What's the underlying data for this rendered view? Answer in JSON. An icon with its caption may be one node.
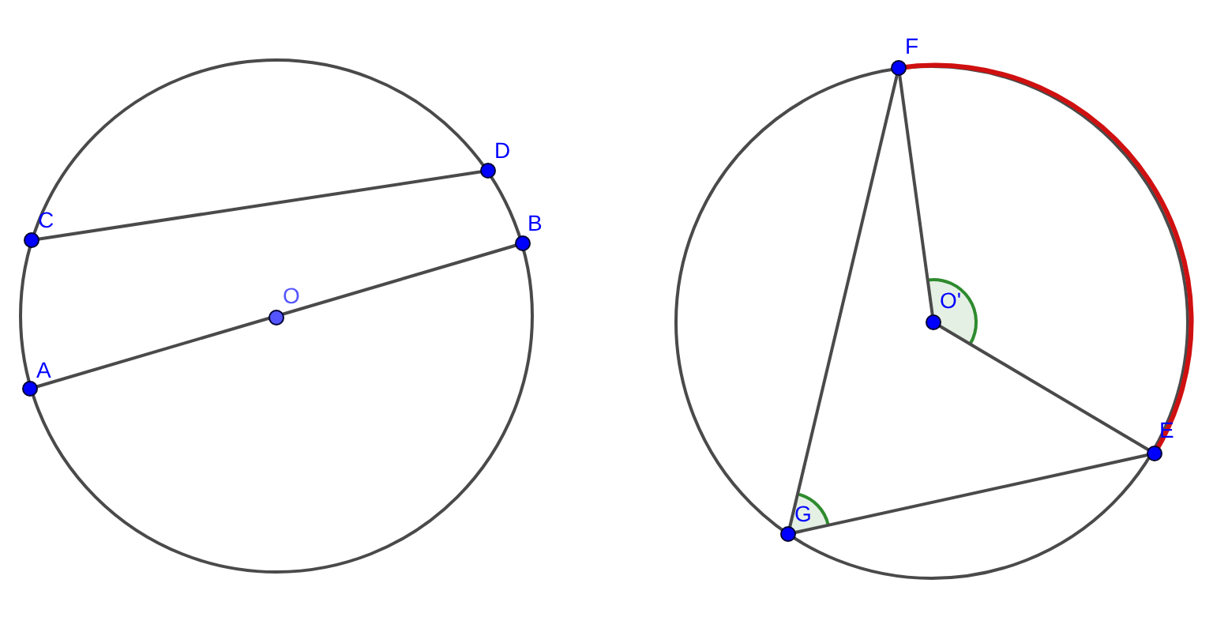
{
  "diagram": {
    "labels": [
      "D",
      "C",
      "B",
      "O",
      "A",
      "F",
      "O'",
      "E",
      "G"
    ]
  }
}
